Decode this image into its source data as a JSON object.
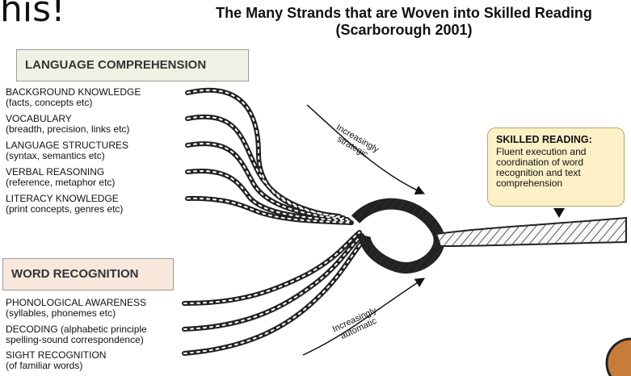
{
  "corner_text": "his!",
  "title": {
    "line1": "The Many Strands that are Woven into Skilled Reading",
    "line2": "(Scarborough 2001)"
  },
  "language_comprehension": {
    "heading": "LANGUAGE COMPREHENSION",
    "strands": [
      {
        "name": "BACKGROUND KNOWLEDGE",
        "desc": "(facts, concepts etc)"
      },
      {
        "name": "VOCABULARY",
        "desc": "(breadth, precision, links etc)"
      },
      {
        "name": "LANGUAGE STRUCTURES",
        "desc": "(syntax, semantics etc)"
      },
      {
        "name": "VERBAL REASONING",
        "desc": "(reference, metaphor etc)"
      },
      {
        "name": "LITERACY KNOWLEDGE",
        "desc": "(print concepts, genres etc)"
      }
    ]
  },
  "word_recognition": {
    "heading": "WORD RECOGNITION",
    "strands": [
      {
        "name": "PHONOLOGICAL AWARENESS",
        "desc": "(syllables, phonemes etc)"
      },
      {
        "name": "DECODING (alphabetic principle",
        "desc": "spelling-sound correspondence)"
      },
      {
        "name": "SIGHT RECOGNITION",
        "desc": "(of familiar words)"
      }
    ]
  },
  "arrows": {
    "strategic": {
      "line1": "Increasingly",
      "line2": "strategic"
    },
    "automatic": {
      "line1": "Increasingly",
      "line2": "automatic"
    }
  },
  "skilled_reading": {
    "heading": "SKILLED READING:",
    "body": "Fluent execution and coordination of word recognition and text comprehension"
  },
  "colors": {
    "language_box_bg": "#eef2e4",
    "word_box_bg": "#f8e8dc",
    "skilled_box_bg": "#fbf0c6",
    "rope_stroke": "#222222"
  }
}
